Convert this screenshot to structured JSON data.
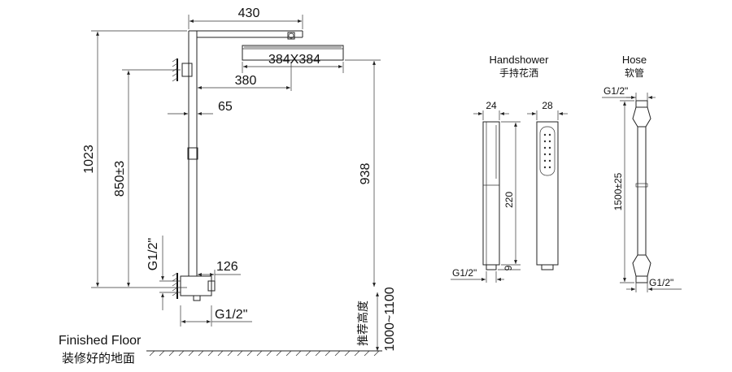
{
  "dimensions": {
    "arm_length": "430",
    "head_size": "384X384",
    "head_offset": "380",
    "wall_offset": "65",
    "overall_height": "1023",
    "outlet_height": "850±3",
    "riser_height": "938",
    "inlet_thread": "G1/2\"",
    "mixer_width": "126",
    "mixer_thread": "G1/2\"",
    "recommended_height_cn": "推荐高度",
    "recommended_height": "1000~1100"
  },
  "floor": {
    "label_en": "Finished Floor",
    "label_cn": "装修好的地面"
  },
  "handshower": {
    "title_en": "Handshower",
    "title_cn": "手持花洒",
    "width_side": "24",
    "width_front": "28",
    "length": "220",
    "thread": "G1/2\"",
    "base": "9"
  },
  "hose": {
    "title_en": "Hose",
    "title_cn": "软管",
    "top_thread": "G1/2\"",
    "length": "1500±25",
    "bottom_thread": "G1/2\""
  },
  "colors": {
    "line": "#222222",
    "background": "#ffffff"
  }
}
